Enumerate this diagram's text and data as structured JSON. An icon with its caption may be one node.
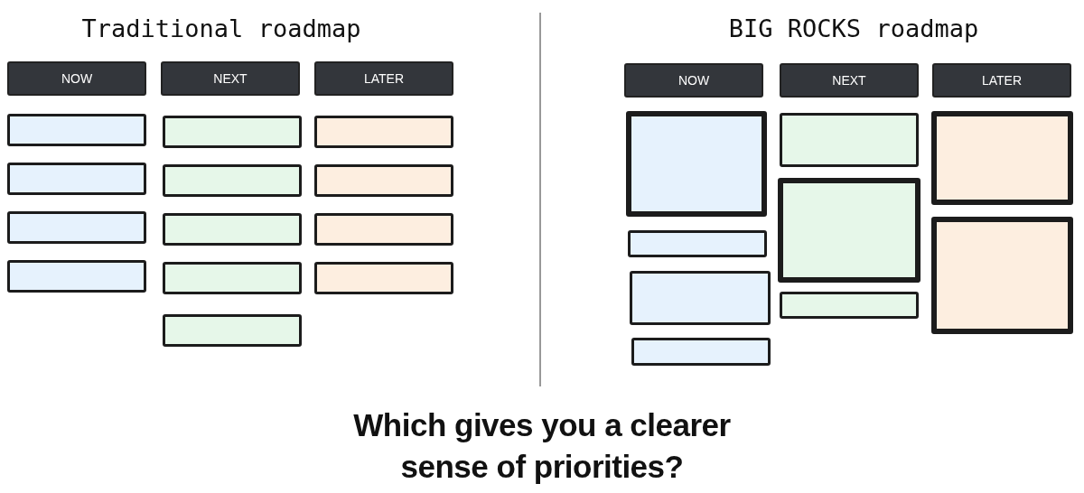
{
  "diagram": {
    "caption": "Which gives you a clearer sense of priorities?",
    "nodes": [
      {
        "text": [
          "NOW"
        ]
      },
      {
        "text": [
          "NEXT"
        ]
      },
      {
        "text": [
          "LATER"
        ]
      },
      {
        "text": [],
        "shape": "box"
      },
      {
        "text": [],
        "shape": "box"
      },
      {
        "text": [],
        "shape": "box"
      },
      {
        "text": [],
        "shape": "box"
      },
      {
        "text": [],
        "shape": "box"
      },
      {
        "text": [],
        "shape": "box"
      },
      {
        "text": [],
        "shape": "box"
      },
      {
        "text": [],
        "shape": "box"
      },
      {
        "text": [],
        "shape": "box"
      },
      {
        "text": [],
        "shape": "box"
      },
      {
        "text": [],
        "shape": "box"
      },
      {
        "text": [],
        "shape": "box"
      },
      {
        "text": [],
        "shape": "box"
      },
      {
        "text": [
          "NOW"
        ]
      },
      {
        "text": [
          "NEXT"
        ]
      },
      {
        "text": [
          "LATER"
        ]
      },
      {
        "text": [],
        "shape": "box"
      },
      {
        "text": [],
        "shape": "box"
      },
      {
        "text": [],
        "shape": "box"
      },
      {
        "text": [],
        "shape": "box"
      },
      {
        "text": [],
        "shape": "box"
      },
      {
        "text": [],
        "shape": "box"
      },
      {
        "text": [],
        "shape": "box"
      },
      {
        "text": [],
        "shape": "box"
      },
      {
        "text": [],
        "shape": "box"
      }
    ],
    "edges": [],
    "labels": [
      "Traditional roadmap",
      "BIG ROCKS roadmap"
    ]
  }
}
